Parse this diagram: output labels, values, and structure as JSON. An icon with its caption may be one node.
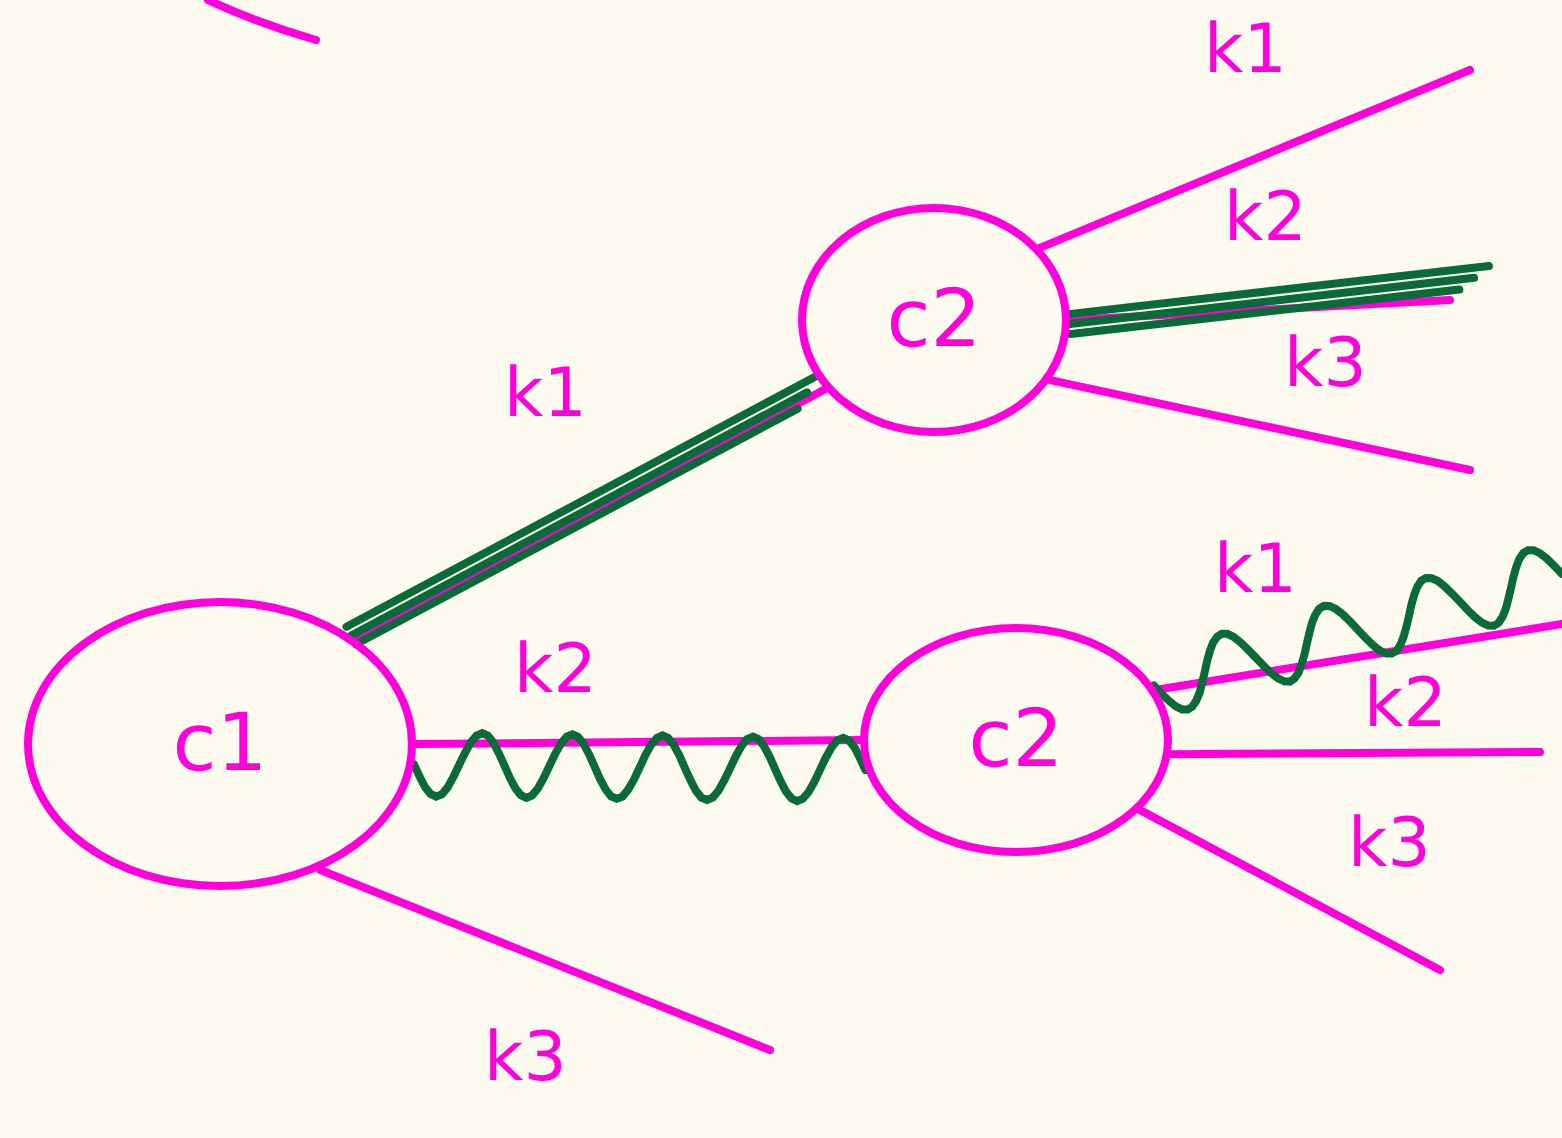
{
  "diagram": {
    "nodes": [
      {
        "text": [
          "c1"
        ]
      },
      {
        "text": [
          "c2"
        ]
      },
      {
        "text": [
          "c2"
        ]
      }
    ],
    "edges": [
      {
        "from": 0,
        "to": 1,
        "arrow": "none",
        "label": "k1"
      },
      {
        "from": 0,
        "to": 2,
        "arrow": "none",
        "label": "k2"
      },
      {
        "from": 0,
        "to": null,
        "arrow": "none",
        "label": "k3"
      },
      {
        "from": 1,
        "to": null,
        "arrow": "none",
        "label": "k1"
      },
      {
        "from": 1,
        "to": null,
        "arrow": "none",
        "label": "k2"
      },
      {
        "from": 1,
        "to": null,
        "arrow": "none",
        "label": "k3"
      },
      {
        "from": 2,
        "to": null,
        "arrow": "none",
        "label": "k1"
      },
      {
        "from": 2,
        "to": null,
        "arrow": "none",
        "label": "k2"
      },
      {
        "from": 2,
        "to": null,
        "arrow": "none",
        "label": "k3"
      },
      {
        "from": 0,
        "to": 2,
        "arrow": "none",
        "color": "#0b6b38"
      },
      {
        "from": 2,
        "to": null,
        "arrow": "none",
        "color": "#0b6b38"
      },
      {
        "from": 0,
        "to": 1,
        "arrow": "none",
        "color": "#0b6b38"
      },
      {
        "from": 1,
        "to": null,
        "arrow": "none",
        "color": "#0b6b38"
      }
    ]
  }
}
